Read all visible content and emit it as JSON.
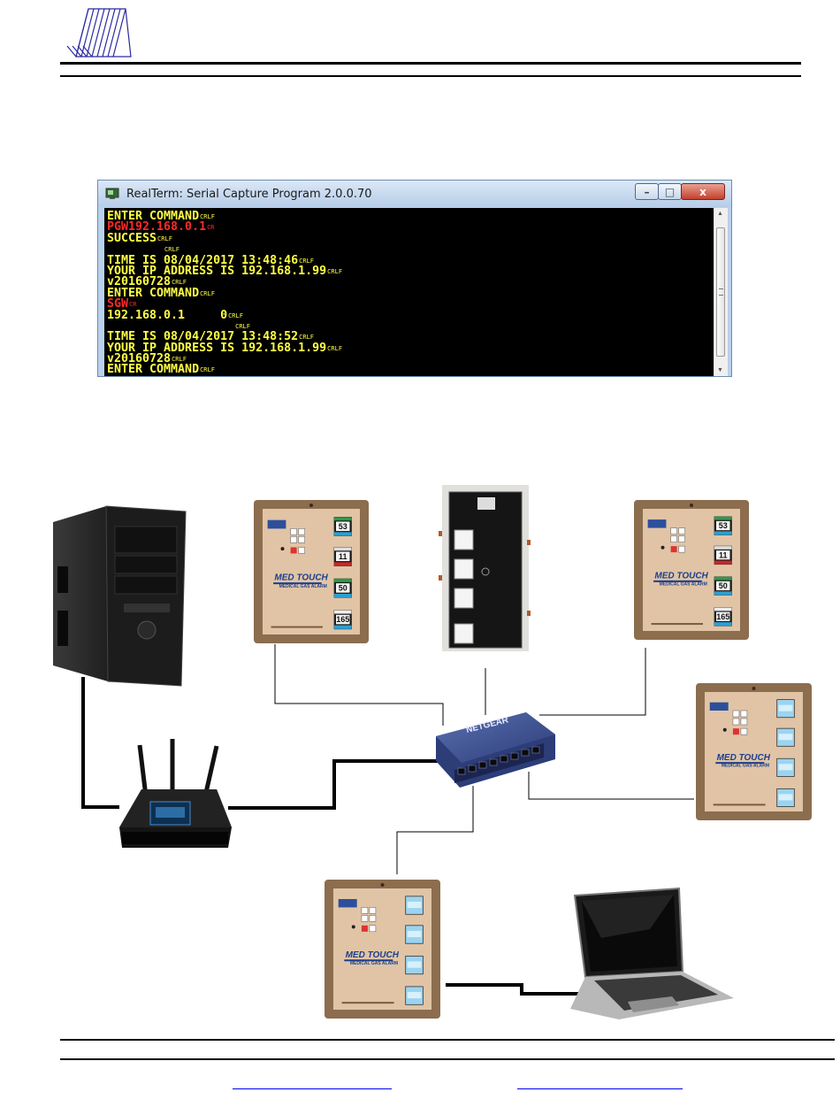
{
  "terminal": {
    "title": "RealTerm: Serial Capture Program 2.0.0.70",
    "buttons": {
      "minimize": "–",
      "maximize": "□",
      "close": "x"
    },
    "lines": [
      {
        "text": "ENTER COMMAND",
        "suffix": "CRLF",
        "color": "#ffff44"
      },
      {
        "text": "PGW192.168.0.1",
        "suffix": "CR",
        "color": "#ff2a2a"
      },
      {
        "text": "SUCCESS",
        "suffix": "CRLF",
        "color": "#ffff44"
      },
      {
        "text": "        ",
        "suffix": "CRLF",
        "color": "#ffff44"
      },
      {
        "text": "TIME IS 08/04/2017 13:48:46",
        "suffix": "CRLF",
        "color": "#ffff44"
      },
      {
        "text": "YOUR IP ADDRESS IS 192.168.1.99",
        "suffix": "CRLF",
        "color": "#ffff44"
      },
      {
        "text": "v20160728",
        "suffix": "CRLF",
        "color": "#ffff44"
      },
      {
        "text": "ENTER COMMAND",
        "suffix": "CRLF",
        "color": "#ffff44"
      },
      {
        "text": "SGW",
        "suffix": "CR",
        "color": "#ff2a2a"
      },
      {
        "text": "192.168.0.1     0",
        "suffix": "CRLF",
        "color": "#ffff44"
      },
      {
        "text": "                  ",
        "suffix": "CRLF",
        "color": "#ffff44"
      },
      {
        "text": "TIME IS 08/04/2017 13:48:52",
        "suffix": "CRLF",
        "color": "#ffff44"
      },
      {
        "text": "YOUR IP ADDRESS IS 192.168.1.99",
        "suffix": "CRLF",
        "color": "#ffff44"
      },
      {
        "text": "v20160728",
        "suffix": "CRLF",
        "color": "#ffff44"
      },
      {
        "text": "ENTER COMMAND",
        "suffix": "CRLF",
        "color": "#ffff44"
      }
    ]
  },
  "alarm_panel": {
    "brand": "MED TOUCH",
    "subtitle": "MEDICAL GAS ALARM",
    "readings": [
      "53",
      "11",
      "50",
      "165"
    ]
  },
  "switch": {
    "brand": "NETGEAR"
  },
  "colors": {
    "panel_frame": "#8c6d4e",
    "panel_face": "#e1c4a6",
    "brand_blue": "#1c3f8c",
    "switch_body": "#3b4f8c"
  }
}
